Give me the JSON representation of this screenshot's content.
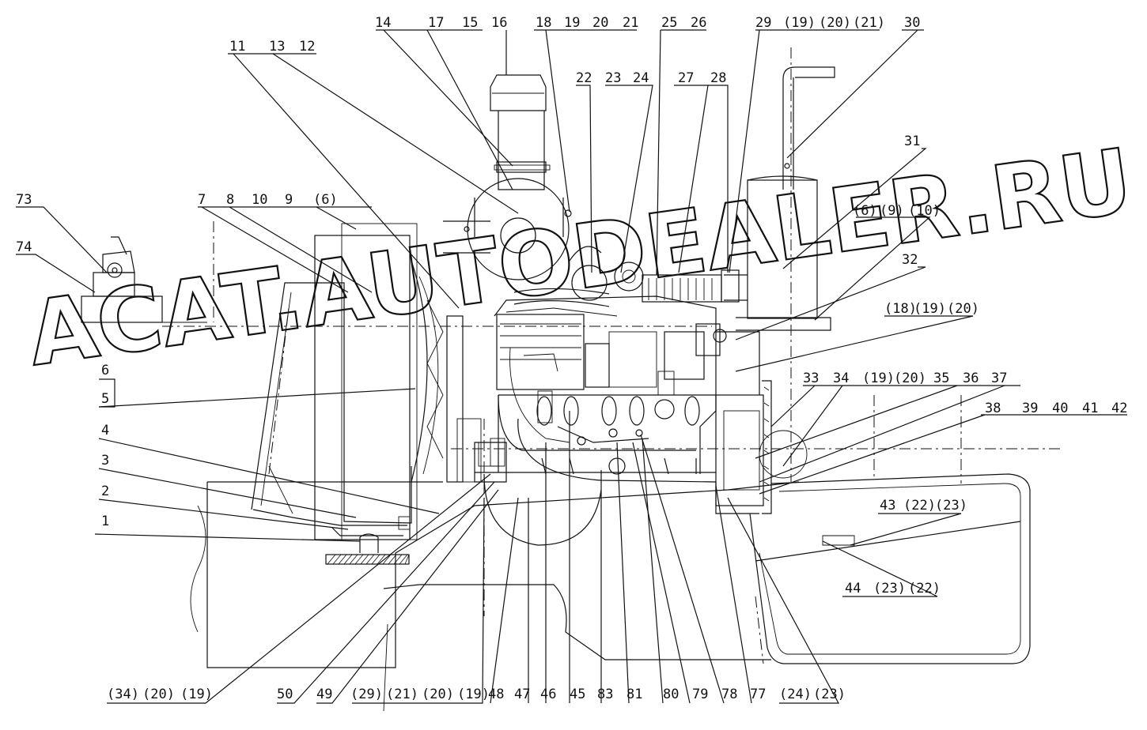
{
  "watermark": "ACAT.AUTODEALER.RU",
  "labels": {
    "l1": "1",
    "l2": "2",
    "l3": "3",
    "l4": "4",
    "l5": "5",
    "l6": "6",
    "l7": "7",
    "l8": "8",
    "l10": "10",
    "l9": "9",
    "l6p": "(6)",
    "l11": "11",
    "l13": "13",
    "l12": "12",
    "l14": "14",
    "l17": "17",
    "l15": "15",
    "l16": "16",
    "l18": "18",
    "l19": "19",
    "l20": "20",
    "l21": "21",
    "l22": "22",
    "l23": "23",
    "l24": "24",
    "l25": "25",
    "l26": "26",
    "l27": "27",
    "l28": "28",
    "l29": "29",
    "l19p": "(19)",
    "l20p": "(20)",
    "l21p": "(21)",
    "l30": "30",
    "l31": "31",
    "l6b": "(6)",
    "l9b": "(9)",
    "l10b": "(10)",
    "l32": "32",
    "l18c": "(18)",
    "l19c": "(19)",
    "l20c": "(20)",
    "l73": "73",
    "l74": "74",
    "l33": "33",
    "l34": "34",
    "l19d": "(19)",
    "l20d": "(20)",
    "l35": "35",
    "l36": "36",
    "l37": "37",
    "l38": "38",
    "l39": "39",
    "l40": "40",
    "l41": "41",
    "l42": "42",
    "l43": "43",
    "l22e": "(22)",
    "l23e": "(23)",
    "l44": "44",
    "l23f": "(23)",
    "l22f": "(22)",
    "b34": "(34)",
    "b20": "(20)",
    "b19": "(19)",
    "b50": "50",
    "b49": "49",
    "b29": "(29)",
    "b21": "(21)",
    "b20b": "(20)",
    "b19b": "(19)",
    "b48": "48",
    "b47": "47",
    "b46": "46",
    "b45": "45",
    "b83": "83",
    "b81": "81",
    "b80": "80",
    "b79": "79",
    "b78": "78",
    "b77": "77",
    "b24": "(24)",
    "b23": "(23)"
  }
}
